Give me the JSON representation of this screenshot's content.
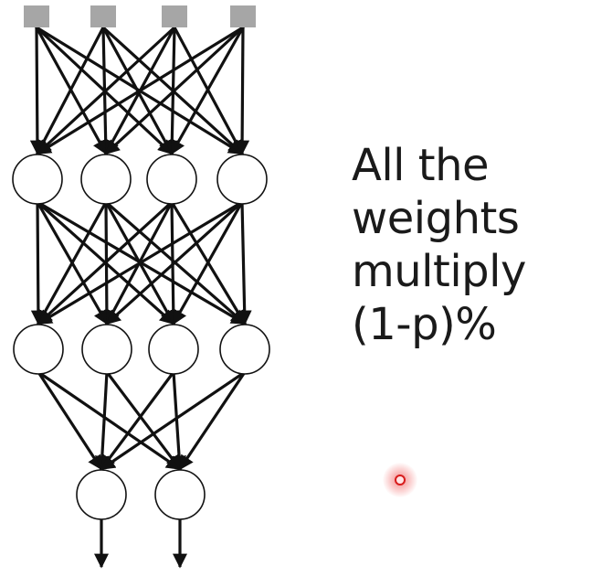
{
  "network": {
    "layers": [
      {
        "role": "input",
        "units": 4,
        "shape": "square"
      },
      {
        "role": "hidden-1",
        "units": 4,
        "shape": "circle"
      },
      {
        "role": "hidden-2",
        "units": 4,
        "shape": "circle"
      },
      {
        "role": "output",
        "units": 2,
        "shape": "circle"
      }
    ],
    "connectivity": "fully-connected",
    "output_arrows": true,
    "colors": {
      "input_unit": "#a6a6a6",
      "neuron_fill": "#ffffff",
      "stroke": "#111111"
    }
  },
  "caption": {
    "lines": [
      "All the",
      "weights",
      "multiply",
      "(1-p)%"
    ]
  },
  "laser_pointer": {
    "color": "#d81c1c"
  }
}
